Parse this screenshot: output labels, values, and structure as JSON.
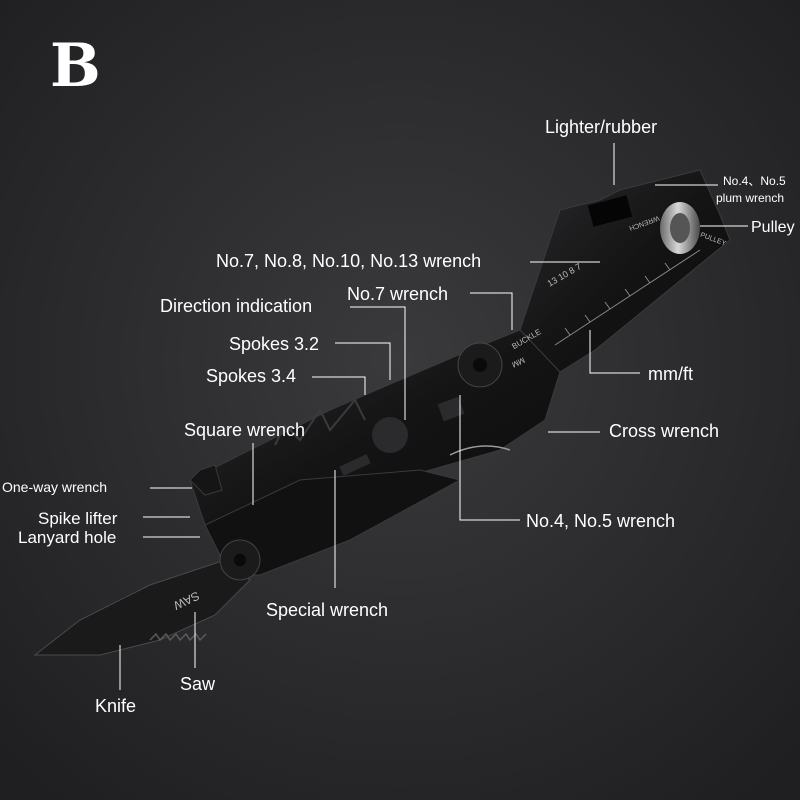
{
  "panel_letter": "B",
  "labels": {
    "lighter_rubber": "Lighter/rubber",
    "no45_plum_line1": "No.4、No.5",
    "no45_plum_line2": "plum wrench",
    "pulley": "Pulley",
    "multi_wrench": "No.7, No.8, No.10, No.13 wrench",
    "direction_indication": "Direction indication",
    "no7_wrench": "No.7 wrench",
    "spokes_32": "Spokes 3.2",
    "spokes_34": "Spokes 3.4",
    "mm_ft": "mm/ft",
    "square_wrench": "Square wrench",
    "cross_wrench": "Cross wrench",
    "one_way_wrench": "One-way wrench",
    "spike_lifter": "Spike lifter",
    "no45_wrench": "No.4, No.5 wrench",
    "lanyard_hole": "Lanyard hole",
    "special_wrench": "Special wrench",
    "saw": "Saw",
    "knife": "Knife"
  },
  "engravings": {
    "blade": "SAW",
    "buckle": "BUCKLE",
    "wrench": "WRENCH",
    "pulley": "PULLEY",
    "mm": "MM",
    "sizes": "13  10  8  7"
  },
  "colors": {
    "background": "#2b2b2d",
    "tool_body": "#151516",
    "text": "#ffffff",
    "leader_line": "#ffffff"
  }
}
